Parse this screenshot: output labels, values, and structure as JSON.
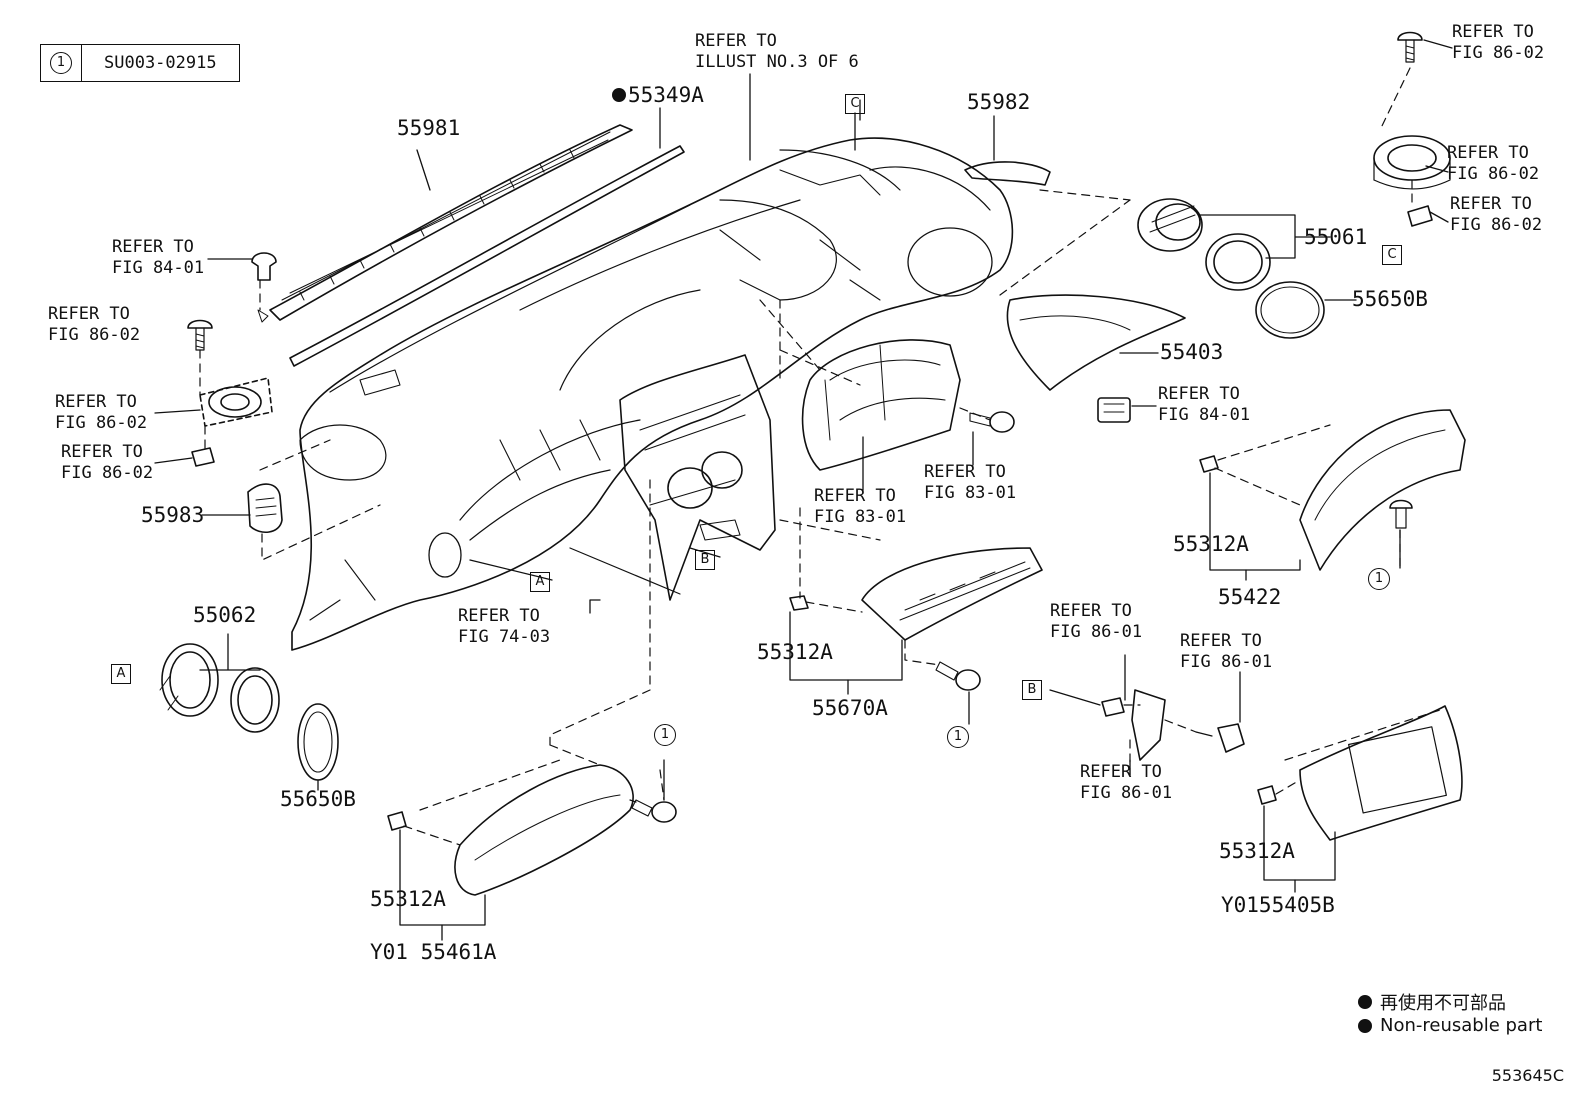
{
  "header": {
    "reference_key": "1",
    "reference_code": "SU003-02915"
  },
  "parts": {
    "p55981": "55981",
    "p55349A": "55349A",
    "p55982": "55982",
    "p55061": "55061",
    "p55650B_r": "55650B",
    "p55403": "55403",
    "p55983": "55983",
    "p55312A_r": "55312A",
    "p55422": "55422",
    "p55062": "55062",
    "p55650B_l": "55650B",
    "p55312A_c": "55312A",
    "p55670A": "55670A",
    "p55312A_b": "55312A",
    "pY0155461A": "Y01 55461A",
    "p55312A_br": "55312A",
    "pY0155405B": "Y0155405B"
  },
  "refs": {
    "illust": "REFER TO\nILLUST NO.3 OF 6",
    "fig86_tr1": "REFER TO\nFIG 86-02",
    "fig86_tr2": "REFER TO\nFIG 86-02",
    "fig86_tr3": "REFER TO\nFIG 86-02",
    "fig84_l": "REFER TO\nFIG 84-01",
    "fig86_l1": "REFER TO\nFIG 86-02",
    "fig86_l2": "REFER TO\nFIG 86-02",
    "fig86_l3": "REFER TO\nFIG 86-02",
    "fig84_r": "REFER TO\nFIG 84-01",
    "fig83_a": "REFER TO\nFIG 83-01",
    "fig83_b": "REFER TO\nFIG 83-01",
    "fig74": "REFER TO\nFIG 74-03",
    "fig86_01a": "REFER TO\nFIG 86-01",
    "fig86_01b": "REFER TO\nFIG 86-01",
    "fig86_01c": "REFER TO\nFIG 86-01"
  },
  "callouts": {
    "A": "A",
    "B": "B",
    "C": "C",
    "one": "1"
  },
  "legend": {
    "jp": "再使用不可部品",
    "en": "Non-reusable part"
  },
  "figure_number": "553645C"
}
